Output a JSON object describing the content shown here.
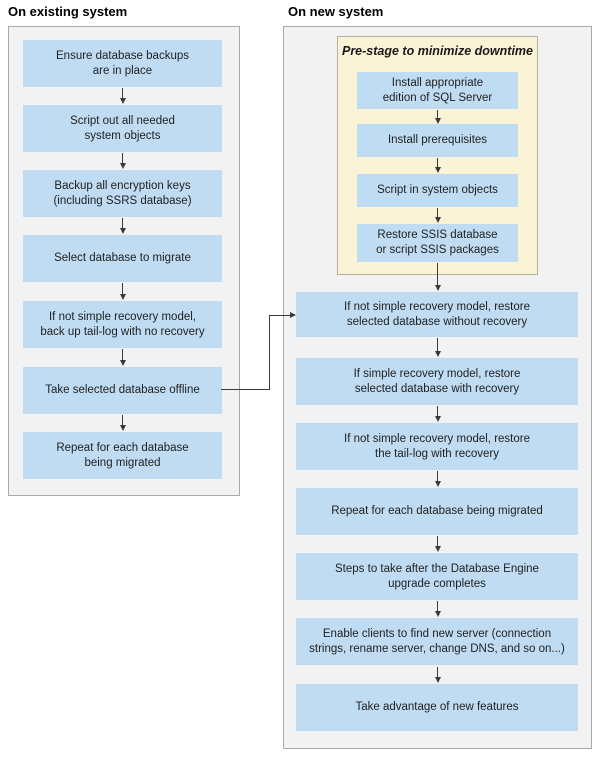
{
  "colors": {
    "panel_fill": "#f2f2f2",
    "panel_border": "#a9a9a9",
    "step_box_fill": "#bfdcf2",
    "prestage_fill": "#faf3d5",
    "prestage_border": "#b3b3a4",
    "arrow": "#3a3a3a",
    "text": "#1f1f1f"
  },
  "existing": {
    "header": "On existing system",
    "boxes": [
      {
        "label": "Ensure database backups\nare in place"
      },
      {
        "label": "Script out all needed\nsystem objects"
      },
      {
        "label": "Backup all encryption keys\n(including SSRS database)"
      },
      {
        "label": "Select database to migrate"
      },
      {
        "label": "If not simple recovery model,\nback up tail-log with no recovery"
      },
      {
        "label": "Take selected database offline"
      },
      {
        "label": "Repeat for each database\nbeing migrated"
      }
    ]
  },
  "new": {
    "header": "On new system",
    "prestage": {
      "title": "Pre-stage to minimize downtime",
      "boxes": [
        {
          "label": "Install appropriate\nedition of SQL Server"
        },
        {
          "label": "Install prerequisites"
        },
        {
          "label": "Script in system objects"
        },
        {
          "label": "Restore SSIS database\nor script SSIS packages"
        }
      ]
    },
    "boxes": [
      {
        "label": "If not simple recovery model, restore\nselected database without recovery"
      },
      {
        "label": "If simple recovery model, restore\nselected database with recovery"
      },
      {
        "label": "If not simple recovery model, restore\nthe tail-log with recovery"
      },
      {
        "label": "Repeat for each database being migrated"
      },
      {
        "label": "Steps to take after the Database Engine\nupgrade completes"
      },
      {
        "label": "Enable clients to find new server (connection\nstrings, rename server, change DNS, and so on...)"
      },
      {
        "label": "Take advantage of new features"
      }
    ]
  }
}
